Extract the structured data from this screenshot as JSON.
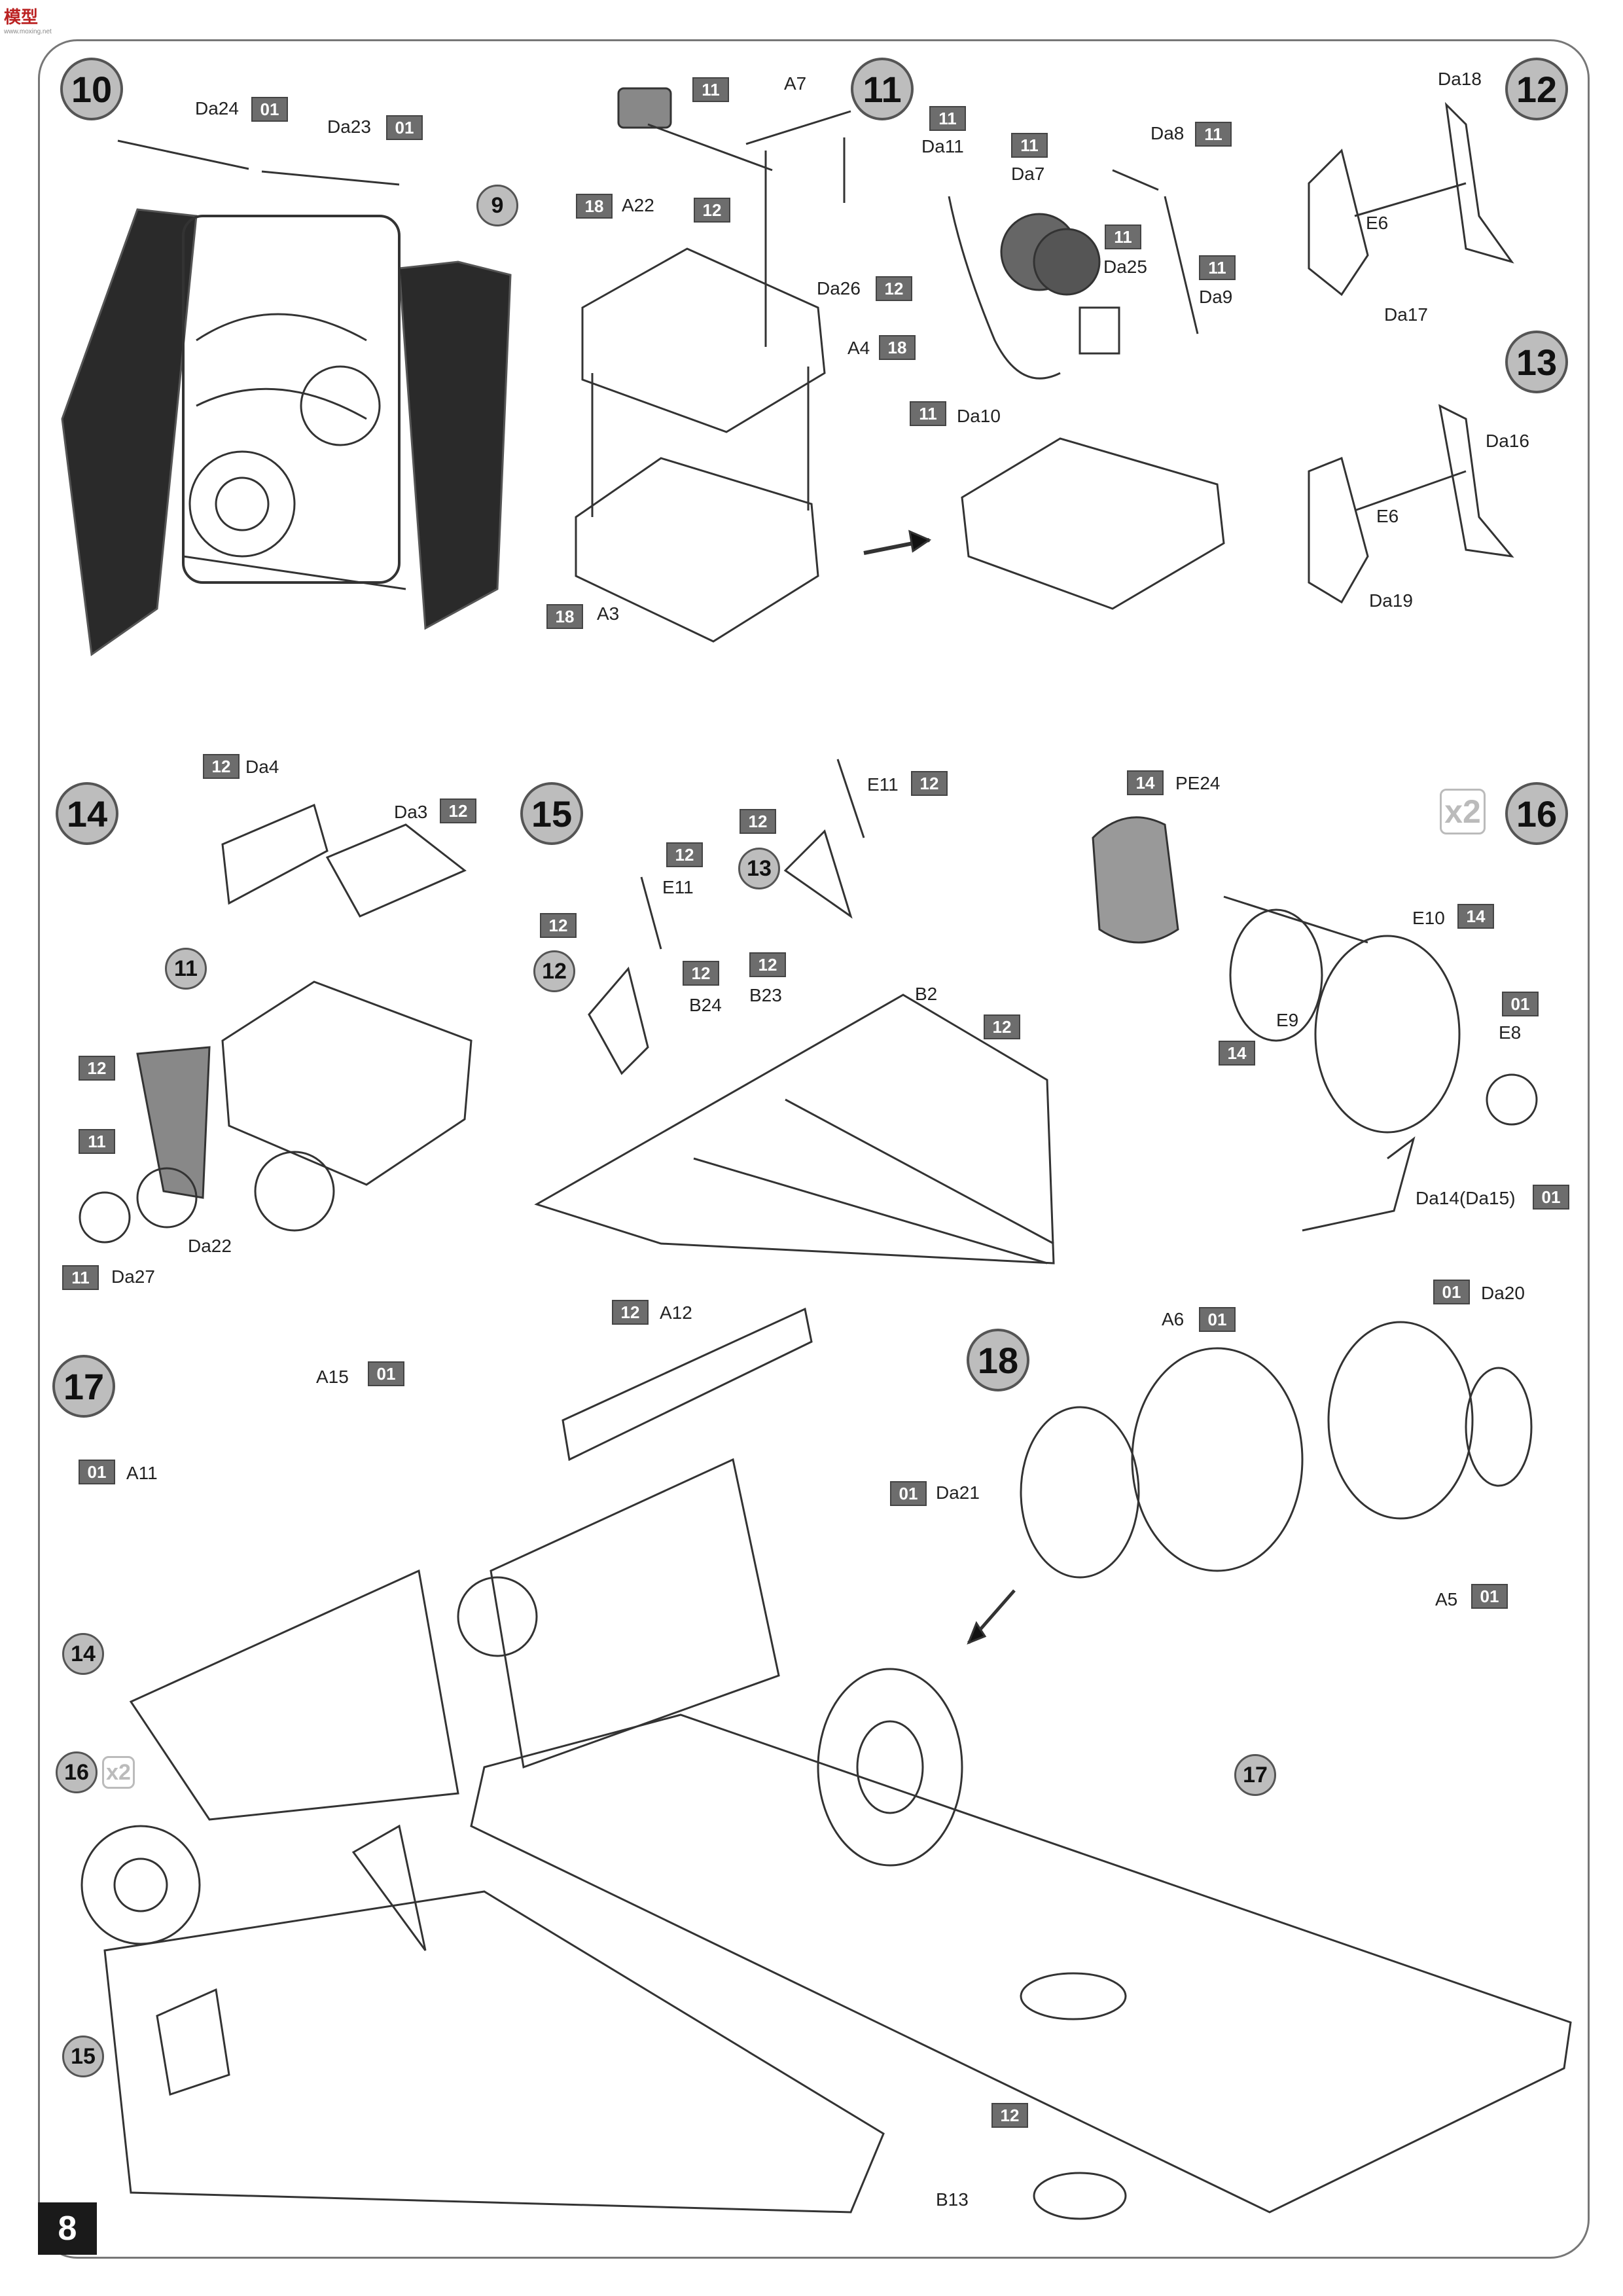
{
  "page": {
    "number": "8",
    "corner_logo": {
      "text": "模型",
      "subtext": "www.moxing.net"
    }
  },
  "steps": {
    "s10": {
      "num": "10",
      "labels": {
        "da24": "Da24",
        "da23": "Da23"
      },
      "tags": {
        "da24": "01",
        "da23": "01"
      },
      "ref": "9"
    },
    "s11a": {
      "labels": {
        "a7": "A7",
        "a22": "A22",
        "a4": "A4",
        "da26": "Da26",
        "a3": "A3"
      },
      "tags": {
        "top": "11",
        "a22": "18",
        "arm": "12",
        "da26": "12",
        "a4": "18",
        "a3": "18"
      }
    },
    "s11b": {
      "num": "11",
      "labels": {
        "da11": "Da11",
        "da7": "Da7",
        "da8": "Da8",
        "da25": "Da25",
        "da9": "Da9",
        "da10": "Da10"
      },
      "tags": {
        "da11": "11",
        "da7": "11",
        "da8": "11",
        "da25": "11",
        "da9": "11",
        "da10": "11"
      }
    },
    "s12": {
      "num": "12",
      "labels": {
        "da18": "Da18",
        "e6": "E6",
        "da17": "Da17"
      }
    },
    "s13": {
      "num": "13",
      "labels": {
        "da16": "Da16",
        "e6": "E6",
        "da19": "Da19"
      }
    },
    "s14": {
      "num": "14",
      "labels": {
        "da4": "Da4",
        "da3": "Da3",
        "da22": "Da22",
        "da27": "Da27"
      },
      "tags": {
        "da4": "12",
        "da3": "12",
        "plate": "12",
        "hub": "11",
        "da27": "11"
      },
      "ref": "11"
    },
    "s15": {
      "num": "15",
      "labels": {
        "e11a": "E11",
        "e11b": "E11",
        "b24": "B24",
        "b23": "B23",
        "b2": "B2"
      },
      "tags": {
        "e11a": "12",
        "e11b": "12",
        "t1": "12",
        "t2": "12",
        "b24": "12",
        "b23": "12",
        "b2": "12"
      },
      "refs": {
        "r12": "12",
        "r13": "13"
      }
    },
    "s16": {
      "num": "16",
      "qty": "x2",
      "labels": {
        "pe24": "PE24",
        "e10": "E10",
        "e9": "E9",
        "e8": "E8",
        "da14": "Da14(Da15)"
      },
      "tags": {
        "pe24": "14",
        "e10": "14",
        "e9": "14",
        "e8": "01",
        "da14": "01"
      }
    },
    "s17": {
      "num": "17",
      "labels": {
        "a15": "A15",
        "a11": "A11",
        "a12": "A12"
      },
      "tags": {
        "a15": "01",
        "a11": "01",
        "a12": "12"
      },
      "refs": {
        "r14": "14",
        "r16": "16",
        "r15": "15"
      },
      "qty": "x2"
    },
    "s18": {
      "num": "18",
      "labels": {
        "a6": "A6",
        "da20": "Da20",
        "da21": "Da21",
        "a5": "A5",
        "b13": "B13"
      },
      "tags": {
        "a6": "01",
        "da20": "01",
        "da21": "01",
        "a5": "01",
        "b13": "12"
      },
      "ref": "17"
    }
  },
  "colors": {
    "tag_bg": "#6d6d6d",
    "circle_bg": "#bdbdbd",
    "line": "#333333"
  }
}
